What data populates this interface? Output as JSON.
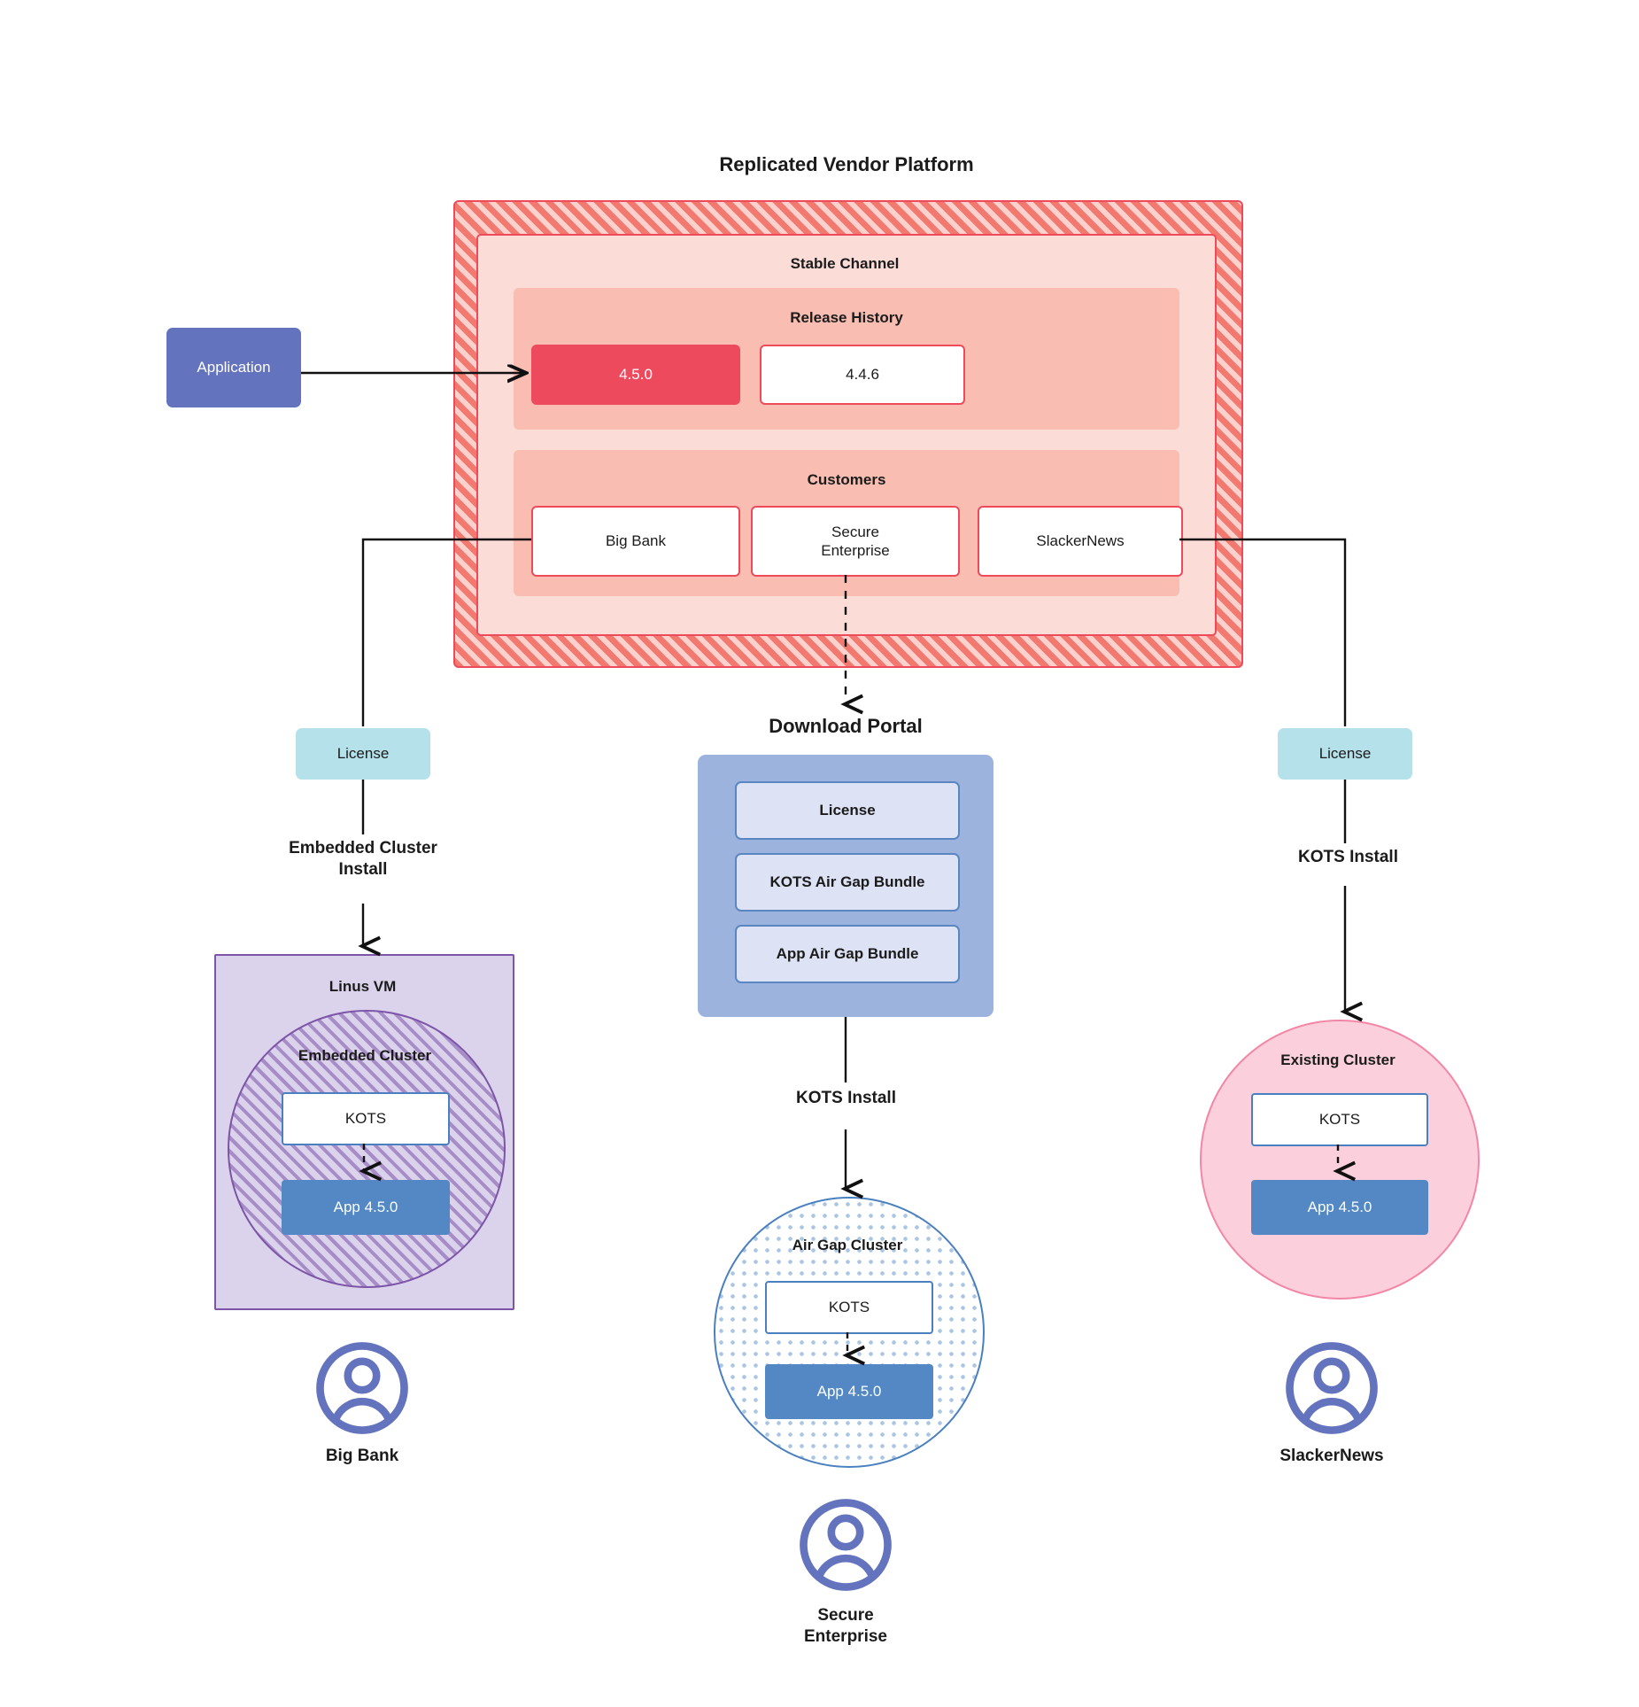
{
  "diagram": {
    "title": "Replicated Vendor Platform"
  },
  "application": {
    "label": "Application"
  },
  "platform": {
    "stable_channel_label": "Stable Channel",
    "release_history": {
      "label": "Release History",
      "releases": [
        {
          "version": "4.5.0",
          "state": "current"
        },
        {
          "version": "4.4.6",
          "state": "previous"
        }
      ]
    },
    "customers": {
      "label": "Customers",
      "items": [
        {
          "name": "Big Bank"
        },
        {
          "name": "Secure\nEnterprise"
        },
        {
          "name": "SlackerNews"
        }
      ]
    }
  },
  "license_chips": {
    "left_label": "License",
    "right_label": "License"
  },
  "install_labels": {
    "left": "Embedded Cluster\nInstall",
    "center": "KOTS Install",
    "right": "KOTS Install"
  },
  "download_portal": {
    "title": "Download  Portal",
    "items": [
      {
        "label": "License"
      },
      {
        "label": "KOTS Air Gap Bundle"
      },
      {
        "label": "App Air Gap Bundle"
      }
    ]
  },
  "clusters": {
    "left": {
      "host_label": "Linus VM",
      "cluster_label": "Embedded Cluster",
      "kots_label": "KOTS",
      "app_label": "App 4.5.0"
    },
    "center": {
      "cluster_label": "Air Gap Cluster",
      "kots_label": "KOTS",
      "app_label": "App 4.5.0"
    },
    "right": {
      "cluster_label": "Existing Cluster",
      "kots_label": "KOTS",
      "app_label": "App 4.5.0"
    }
  },
  "customer_endpoints": [
    {
      "icon": "user-avatar-icon",
      "label": "Big Bank"
    },
    {
      "icon": "user-avatar-icon",
      "label": "Secure\nEnterprise"
    },
    {
      "icon": "user-avatar-icon",
      "label": "SlackerNews"
    }
  ],
  "colors": {
    "platform_fill": "#f2796f",
    "platform_border": "#ef4a5a",
    "channel_fill": "#fbdcd7",
    "panel_fill": "#f9bdb2",
    "release_current": "#ee4a5e",
    "application": "#6473bd",
    "license": "#b4e1ea",
    "portal": "#9cb3dd",
    "portal_item": "#dde3f4",
    "vm_fill": "#dbd2ec",
    "vm_border": "#7c54a8",
    "app_box": "#5388c4",
    "kots_border": "#4a80bf",
    "existing_cluster": "#fbd0dc",
    "avatar": "#6473bd"
  }
}
